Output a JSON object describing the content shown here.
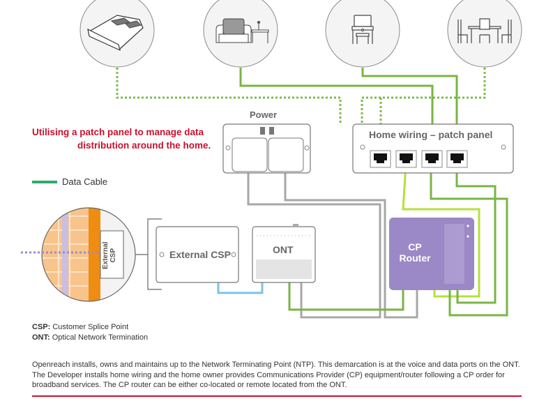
{
  "headline": {
    "line1": "Utilising a patch panel to manage data",
    "line2": "distribution around the home."
  },
  "legend": {
    "data_cable_label": "Data Cable",
    "data_cable_color": "#2eaa6e"
  },
  "rooms": [
    {
      "name": "bedroom",
      "icon": "bed-icon"
    },
    {
      "name": "living-room",
      "icon": "armchair-icon"
    },
    {
      "name": "study",
      "icon": "desk-icon"
    },
    {
      "name": "dining-room",
      "icon": "dining-table-icon"
    }
  ],
  "devices": {
    "power": {
      "label": "Power"
    },
    "patch_panel": {
      "label": "Home wiring – patch panel",
      "ports": 4
    },
    "external_csp": {
      "label": "External CSP"
    },
    "wall_csp": {
      "label_line1": "External",
      "label_line2": "CSP"
    },
    "ont": {
      "label": "ONT"
    },
    "cp_router": {
      "label_line1": "CP",
      "label_line2": "Router"
    }
  },
  "glossary": [
    {
      "term": "CSP:",
      "definition": "Customer Splice Point"
    },
    {
      "term": "ONT:",
      "definition": "Optical Network Termination"
    }
  ],
  "footnote": "Openreach installs, owns and maintains up to the Network Terminating Point (NTP). This demarcation is at the voice and data ports on the ONT. The Developer installs home wiring and the home owner provides Communications Provider (CP) equipment/router following a CP order for broadband services. The CP router can be either co-located or remote located from the ONT.",
  "colors": {
    "accent_red": "#c8102e",
    "cable_green": "#78b543",
    "cable_lime": "#b5e03a",
    "power_grey": "#a7a7a7",
    "fibre_blue": "#7ec3e0",
    "router_purple": "#9b88c6",
    "brick_orange": "#f3a04a"
  }
}
